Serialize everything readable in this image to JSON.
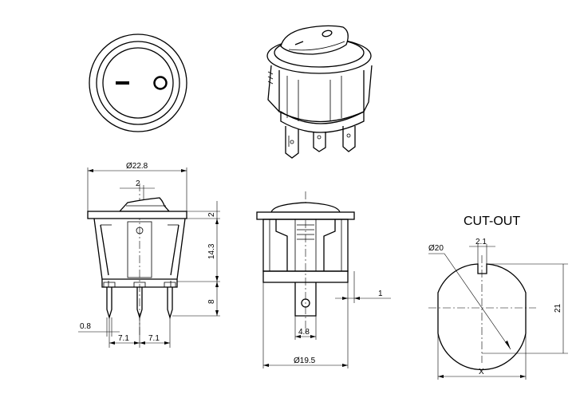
{
  "cutout_title": "CUT-OUT",
  "dimensions": {
    "body_diameter": "Ø22.8",
    "actuator_offset": "2",
    "flange_thickness": "2",
    "body_height": "14.3",
    "terminal_length": "8",
    "terminal_thickness": "0.8",
    "pitch_left": "7.1",
    "pitch_right": "7.1",
    "panel_thickness": "1",
    "terminal_width": "4.8",
    "housing_diameter": "Ø19.5",
    "cutout_diameter": "Ø20",
    "key_width": "2.1",
    "cutout_height": "21",
    "cutout_width_label": "X"
  }
}
